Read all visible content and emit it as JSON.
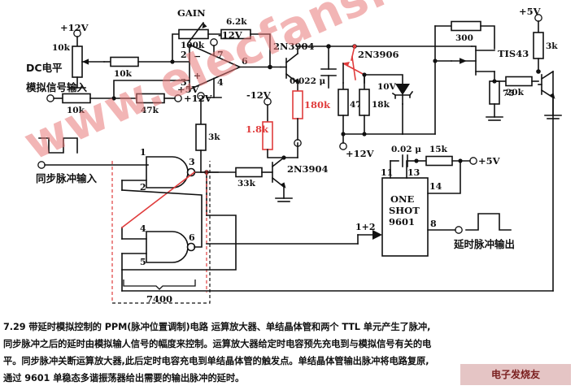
{
  "figure": {
    "number": "7.29",
    "title": "带延时模拟控制的 PPM(脉冲位置调制)电路",
    "ic_logic": "7400",
    "ic_oneshot_line1": "ONE",
    "ic_oneshot_line2": "SHOT",
    "ic_oneshot_line3": "9601"
  },
  "labels": {
    "gain": "GAIN",
    "dc_level": "DC电平",
    "analog_input": "模拟信号输入",
    "sync_pulse_input": "同步脉冲输入",
    "delay_pulse_output": "延时脉冲输出",
    "oneshot_trigger": "1+2"
  },
  "supplies": {
    "p12v_a": "+12V",
    "n12v_opamp": "-12V",
    "p12v_47k": "+12V",
    "p5v_opamp": "+5V",
    "n12v_180k": "-12V",
    "p12v_bias": "+12V",
    "p5v_right": "+5V",
    "p5v_9601": "+5V"
  },
  "components": {
    "pot_dc": "10k",
    "r_in_inv": "10k",
    "r_analog": "10k",
    "r_47k_in": "47k",
    "pot_gain": "100k",
    "r_feedback": "6.2k",
    "c_022u": "0.022 μ",
    "r_180k": "180k",
    "r_47k_bias": "47k",
    "r_18k": "18k",
    "zener_10v": "10V",
    "r_300": "300",
    "r_75": "75",
    "r_20k": "20k",
    "r_3k_right": "3k",
    "r_3k_nand": "3k",
    "r_1k8": "1.8k",
    "r_33k": "33k",
    "c_002u": "0.02 μ",
    "r_15k": "15k"
  },
  "devices": {
    "q_opamp_out": "2N3904",
    "q_pnp": "2N3906",
    "q_ujt": "TIS43",
    "q_nand_drv": "2N3904"
  },
  "pins": {
    "opamp_inv": "2",
    "opamp_nin": "3",
    "opamp_vp": "7",
    "opamp_vn": "4",
    "opamp_out": "6",
    "nand1_a": "1",
    "nand1_b": "2",
    "nand1_y": "3",
    "nand2_a": "4",
    "nand2_b": "5",
    "nand2_y": "6",
    "ic9601_p11": "11",
    "ic9601_p13": "13",
    "ic9601_p14": "14",
    "ic9601_p8": "8"
  },
  "caption": {
    "lines": [
      "7.29    带延时模拟控制的 PPM(脉冲位置调制)电路    运算放大器、单结晶体管和两个 TTL 单元产生了脉冲,",
      "同步脉冲之后的延时由模拟输人信号的幅度来控制。运算放大器给定时电容预先充电到与模拟信号有关的电",
      "平。同步脉冲关断运算放大器,此后定时电容充电到单结晶体管的触发点。单结晶体管输出脉冲将电路复原,",
      "通过 9601 单稳态多谐振荡器给出需要的输出脉冲的延时。"
    ]
  },
  "watermarks": {
    "main": "www.elecfans.com",
    "badge": "电子发烧友 Elecfans.com"
  },
  "colors": {
    "wire": "#111111",
    "red_overlay": "#e03c3c",
    "watermark": "#e87878",
    "background": "#ffffff"
  }
}
